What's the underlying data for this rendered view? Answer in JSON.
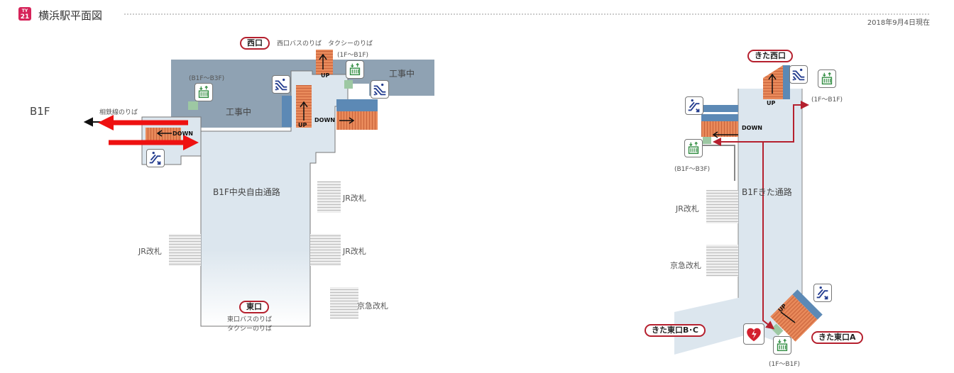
{
  "header": {
    "line_badge_top": "TY",
    "line_badge_num": "21",
    "title": "横浜駅平面図",
    "date": "2018年9月4日現在"
  },
  "left_map": {
    "floor": "B1F",
    "sotetsu": "相鉄線のりば",
    "west_exit": "西口",
    "west_exit_info": "西口バスのりば　タクシーのりば",
    "elev_1f_b1f": "(1F～B1F)",
    "elev_b1f_b3f": "(B1F～B3F)",
    "construction": [
      "工事中",
      "工事中"
    ],
    "up": "UP",
    "down": "DOWN",
    "corridor": "B1F中央自由通路",
    "gates": [
      "JR改札",
      "JR改札",
      "JR改札",
      "京急改札"
    ],
    "east_exit": "東口",
    "east_exit_info": [
      "東口バスのりば",
      "タクシーのりば"
    ]
  },
  "right_map": {
    "north_west_exit": "きた西口",
    "elev_1f_b1f": "(1F～B1F)",
    "elev_b1f_b3f": "(B1F～B3F)",
    "up": "UP",
    "down": "DOWN",
    "corridor": "B1Fきた通路",
    "gates": [
      "JR改札",
      "京急改札"
    ],
    "north_east_bc": "きた東口B･C",
    "north_east_a": "きた東口A",
    "elev_bottom": "(1F～B1F)"
  },
  "colors": {
    "accent": "#b5202e",
    "badge": "#d6245a",
    "floor": "#dce6ee",
    "construction": "#8fa2b3",
    "escalator": "#e8895a",
    "elevator": "#2e8b3e",
    "route": "#b5202e",
    "arrow_red": "#ee1111"
  }
}
